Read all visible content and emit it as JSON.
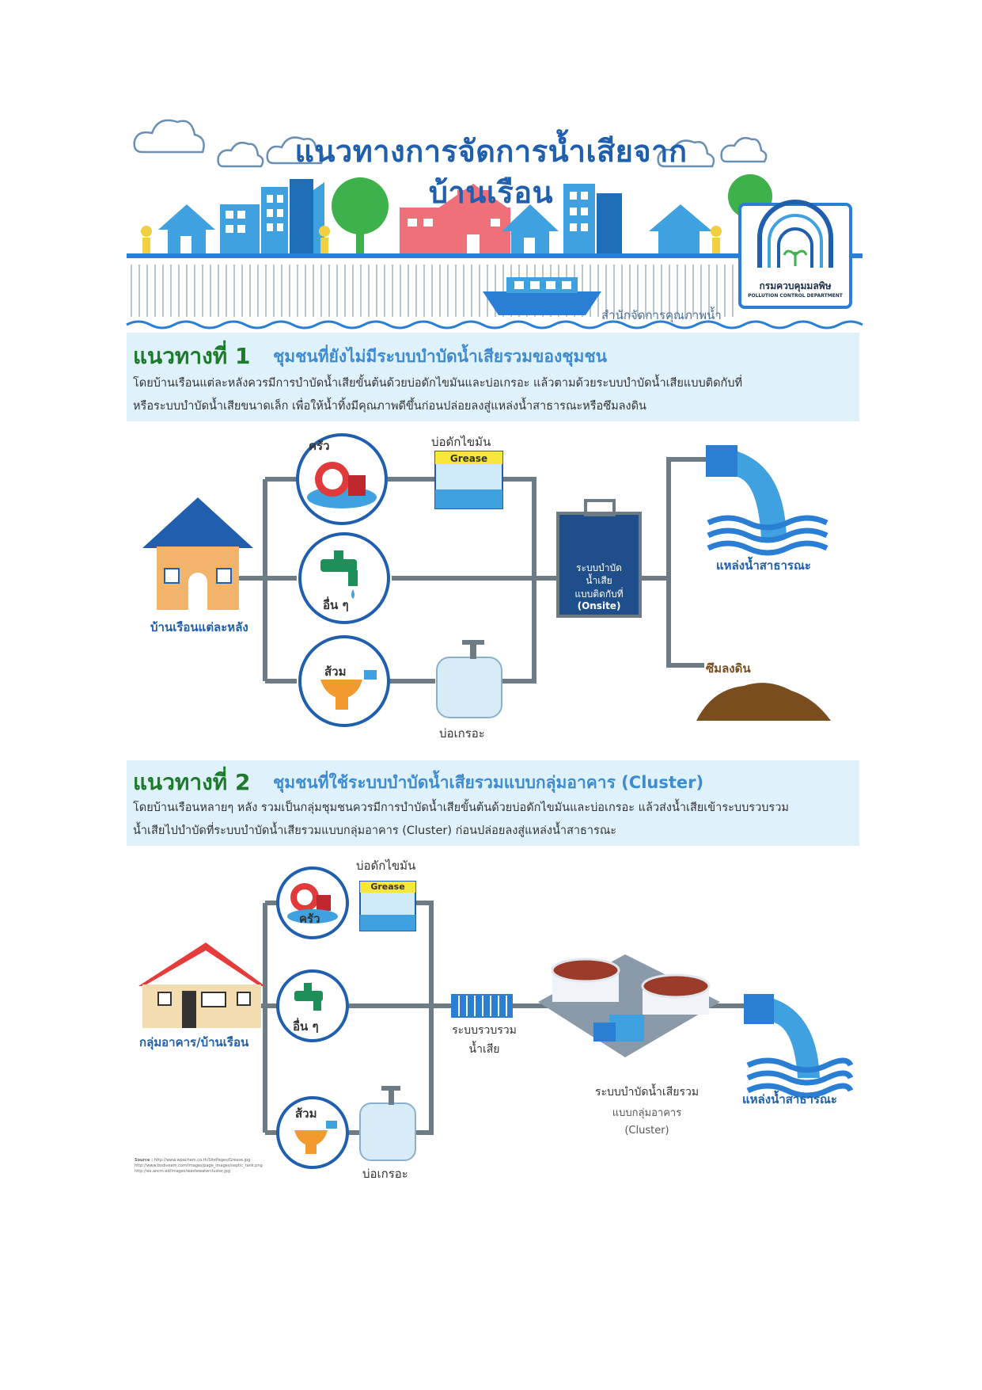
{
  "header": {
    "title_line1": "แนวทางการจัดการน้ำเสียจาก",
    "title_line2": "บ้านเรือน",
    "agency": "สำนักจัดการคุณภาพน้ำ",
    "logo_text": "กรมควบคุมมลพิษ",
    "logo_subtext": "POLLUTION CONTROL DEPARTMENT"
  },
  "approach1": {
    "heading": "แนวทางที่ 1",
    "subheading": "ชุมชนที่ยังไม่มีระบบบำบัดน้ำเสียรวมของชุมชน",
    "desc_line1": "โดยบ้านเรือนแต่ละหลังควรมีการบำบัดน้ำเสียขั้นต้นด้วยบ่อดักไขมันและบ่อเกรอะ แล้วตามด้วยระบบบำบัดน้ำเสียแบบติดกับที่",
    "desc_line2": "หรือระบบบำบัดน้ำเสียขนาดเล็ก เพื่อให้น้ำทิ้งมีคุณภาพดีขึ้นก่อนปล่อยลงสู่แหล่งน้ำสาธารณะหรือซึมลงดิน",
    "house_label": "บ้านเรือนแต่ละหลัง",
    "kitchen": "ครัว",
    "other": "อื่น ๆ",
    "toilet": "ส้วม",
    "grease_trap": "บ่อดักไขมัน",
    "grease": "Grease",
    "septic": "บ่อเกรอะ",
    "onsite_line1": "ระบบบำบัด",
    "onsite_line2": "น้ำเสีย",
    "onsite_line3": "แบบติดกับที่",
    "onsite_line4": "(Onsite)",
    "public_water": "แหล่งน้ำสาธารณะ",
    "soil": "ซึมลงดิน"
  },
  "approach2": {
    "heading": "แนวทางที่ 2",
    "subheading": "ชุมชนที่ใช้ระบบบำบัดน้ำเสียรวมแบบกลุ่มอาคาร (Cluster)",
    "desc_line1": "โดยบ้านเรือนหลายๆ หลัง รวมเป็นกลุ่มชุมชนควรมีการบำบัดน้ำเสียขั้นต้นด้วยบ่อดักไขมันและบ่อเกรอะ แล้วส่งน้ำเสียเข้าระบบรวบรวม",
    "desc_line2": "น้ำเสียไปบำบัดที่ระบบบำบัดน้ำเสียรวมแบบกลุ่มอาคาร (Cluster) ก่อนปล่อยลงสู่แหล่งน้ำสาธารณะ",
    "house_label": "กลุ่มอาคาร/บ้านเรือน",
    "kitchen": "ครัว",
    "other": "อื่น ๆ",
    "toilet": "ส้วม",
    "grease_trap": "บ่อดักไขมัน",
    "grease": "Grease",
    "septic": "บ่อเกรอะ",
    "collection_line1": "ระบบรวบรวม",
    "collection_line2": "น้ำเสีย",
    "cluster_line1": "ระบบบำบัดน้ำเสียรวม",
    "cluster_line2": "แบบกลุ่มอาคาร",
    "cluster_line3": "(Cluster)",
    "public_water": "แหล่งน้ำสาธารณะ"
  },
  "source": {
    "label": "Source :",
    "line1": "http://www.wpachem.co.th/SitePages/Grease.jpg",
    "line2": "http://www.bodiveam.com/images/page_images/septic_tank.png",
    "line3": "http://eo.ancm.ed/images/wastewatercluster.jpg"
  },
  "colors": {
    "primary_blue": "#1f5fae",
    "heading_green": "#1d7a2b",
    "sub_blue": "#3f8bd0",
    "section_bg": "#dff1fa",
    "pipe": "#6d7b85",
    "water": "#2a7fd4"
  }
}
